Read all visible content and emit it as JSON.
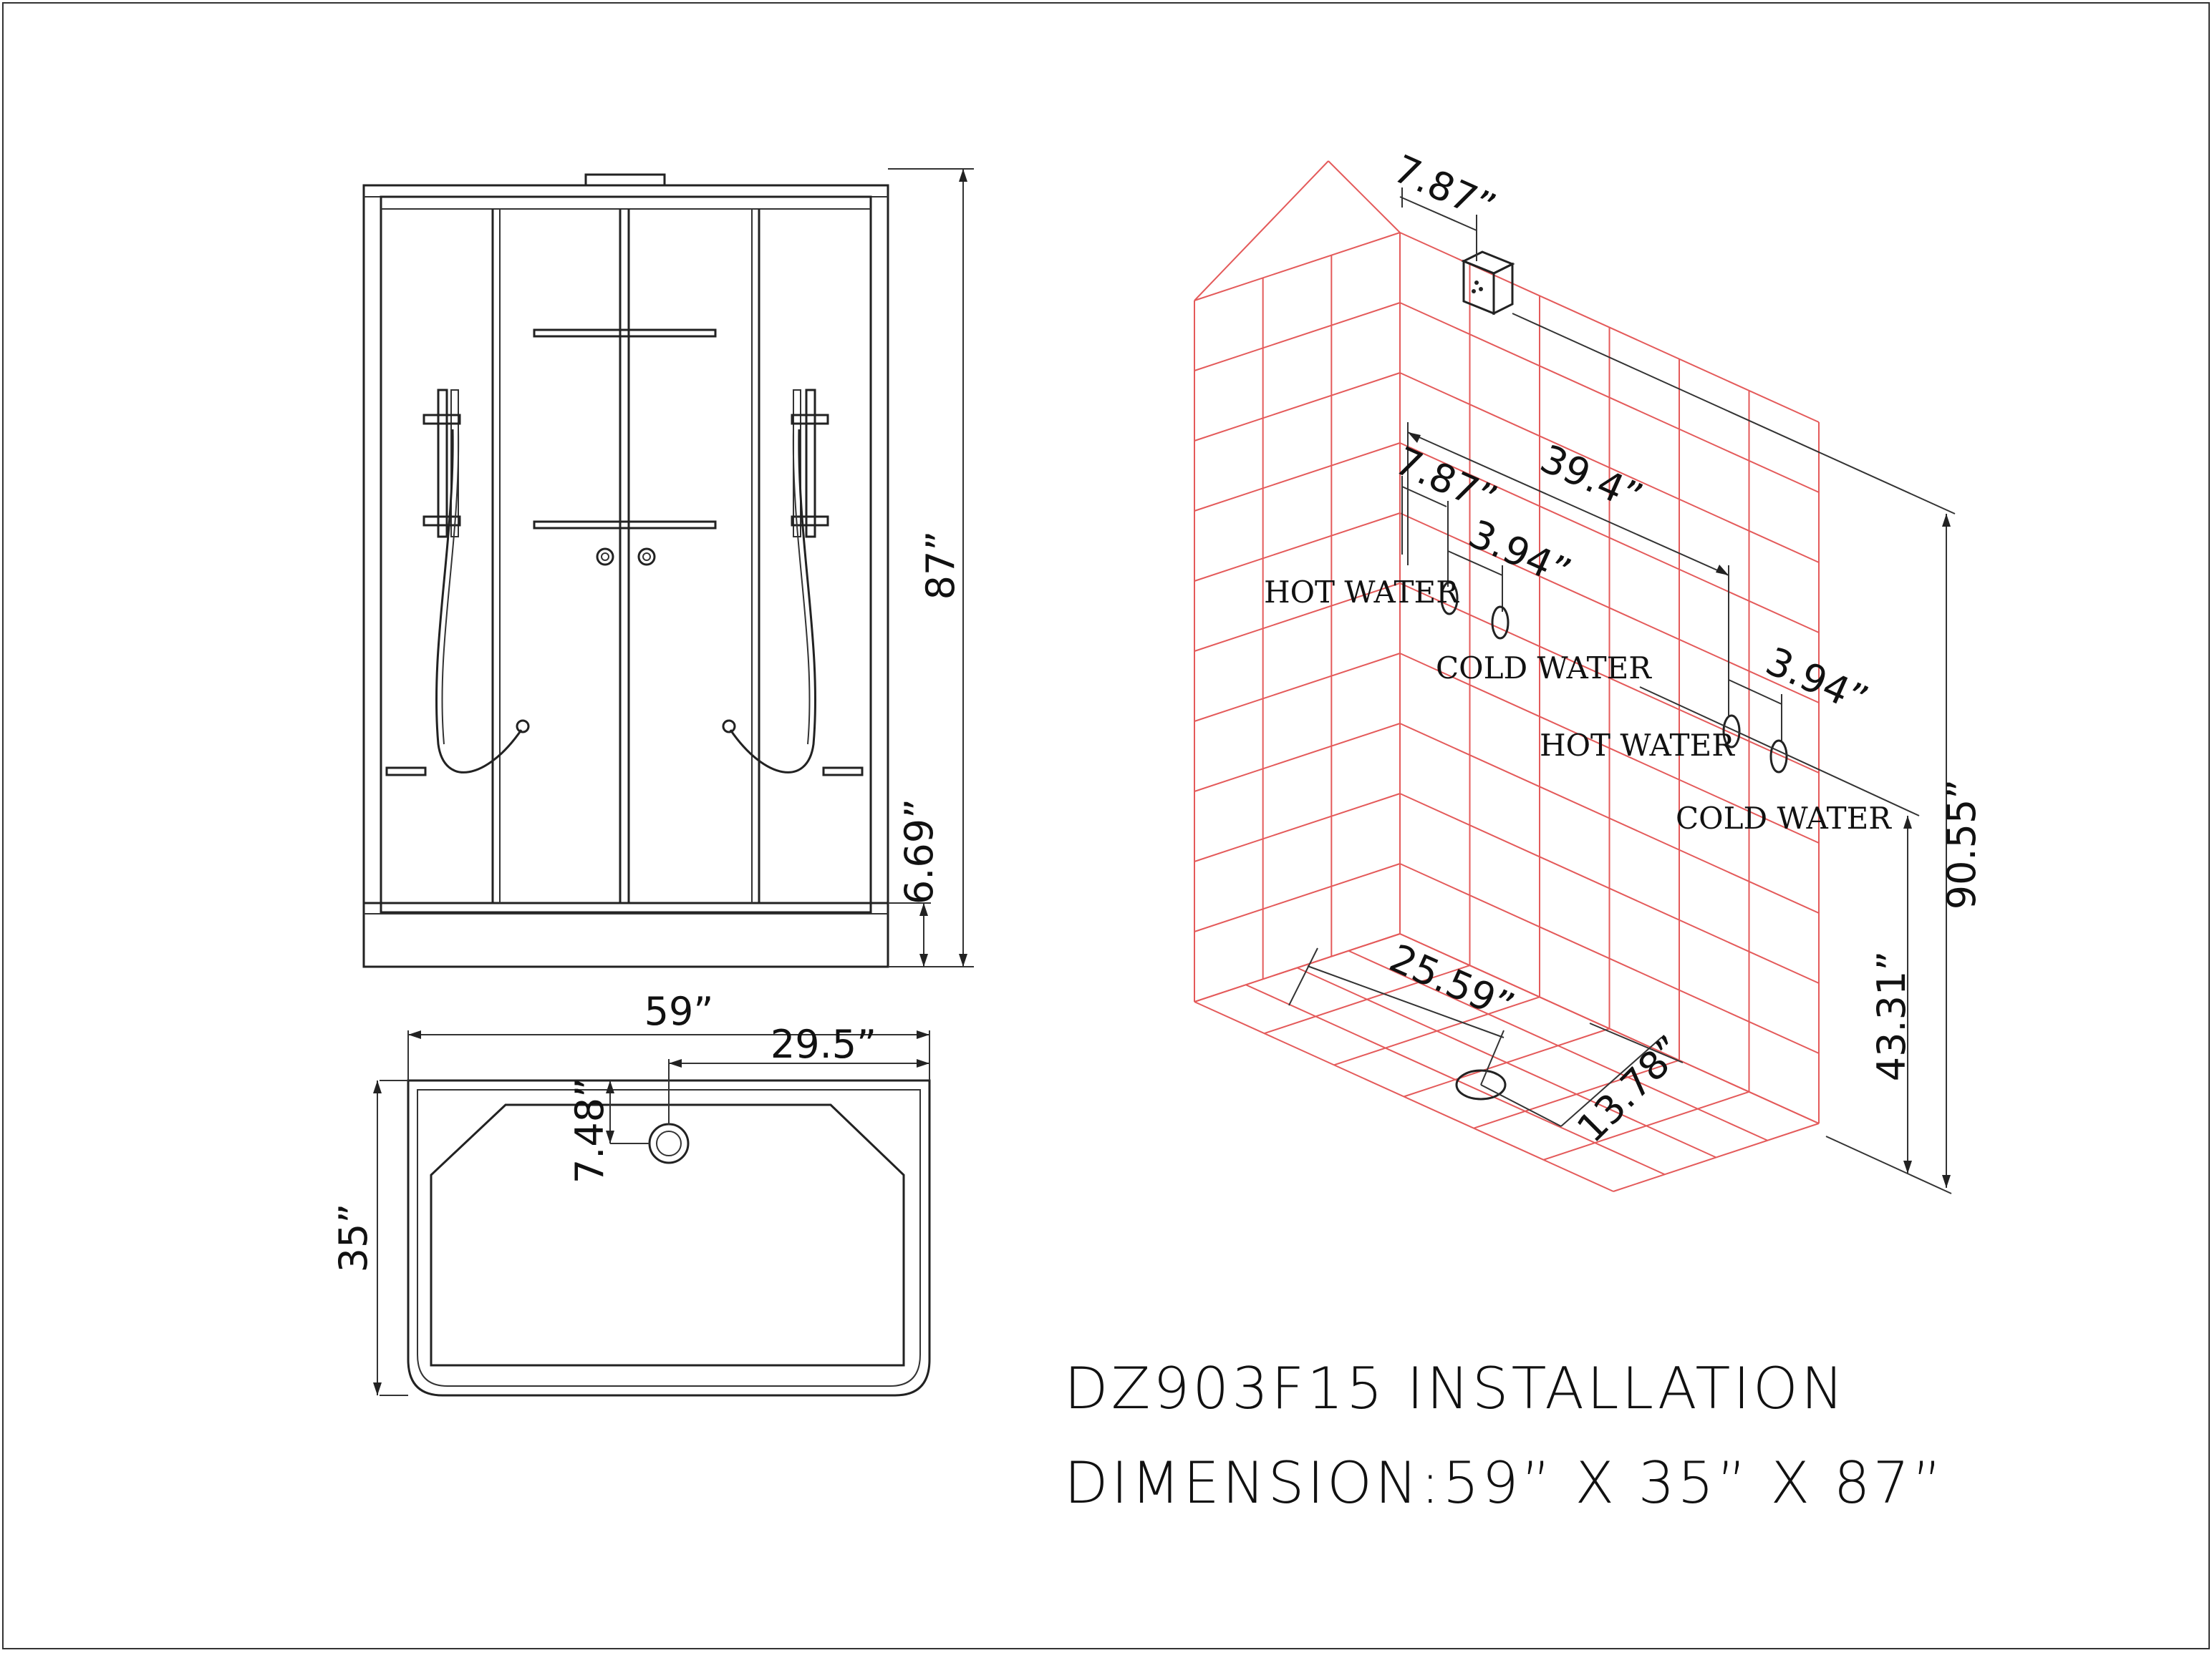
{
  "model_title": "DZ903F15 INSTALLATION",
  "dimension_line": "DIMENSION:59” X 35” X 87”",
  "front_view": {
    "height_label": "87”",
    "base_height_label": "6.69”"
  },
  "top_view": {
    "width_label": "59”",
    "drain_offset_x_label": "29.5”",
    "drain_offset_y_label": "7.48”",
    "depth_label": "35”"
  },
  "install_view": {
    "top_offset_label": "7.87”",
    "valve_span_label": "39.4”",
    "left_offset_label": "7.87”",
    "left_valve_spacing_label": "3.94”",
    "right_valve_spacing_label": "3.94”",
    "hot_water_1": "HOT WATER",
    "cold_water_1": "COLD WATER",
    "hot_water_2": "HOT WATER",
    "cold_water_2": "COLD WATER",
    "total_height_label": "90.55”",
    "valve_height_label": "43.31”",
    "drain_x_label": "25.59”",
    "drain_y_label": "13.78”",
    "grid_color": "#e45a5a"
  }
}
